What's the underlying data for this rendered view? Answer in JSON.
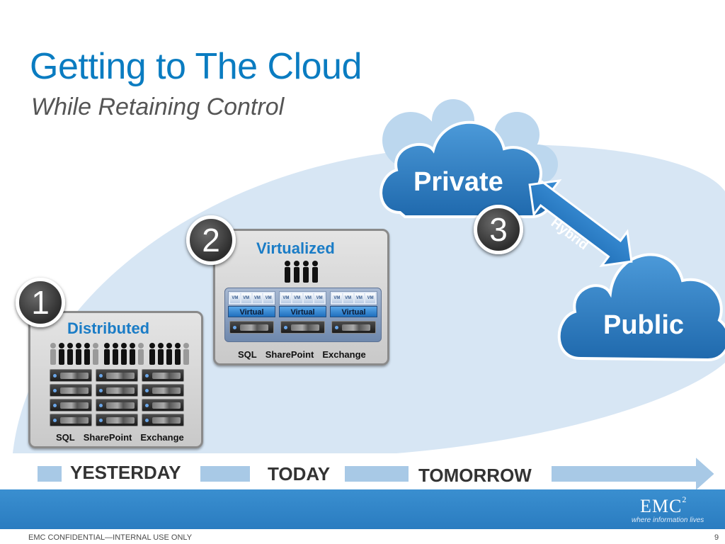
{
  "slide": {
    "title": "Getting to The Cloud",
    "subtitle": "While Retaining Control"
  },
  "stages": [
    {
      "number": "1",
      "title": "Distributed",
      "apps": [
        "SQL",
        "SharePoint",
        "Exchange"
      ]
    },
    {
      "number": "2",
      "title": "Virtualized",
      "apps": [
        "SQL",
        "SharePoint",
        "Exchange"
      ],
      "vm_label": "VM",
      "virtual_label": "Virtual"
    },
    {
      "number": "3"
    }
  ],
  "clouds": {
    "private": "Private",
    "public": "Public",
    "link": "Hybrid"
  },
  "timeline": [
    "YESTERDAY",
    "TODAY",
    "TOMORROW"
  ],
  "footer": {
    "brand": "EMC",
    "brand_sup": "2",
    "tagline": "where information lives",
    "confidential": "EMC CONFIDENTIAL—INTERNAL USE ONLY",
    "page_number": "9"
  },
  "colors": {
    "title": "#0a7cc1",
    "accent_blue": "#1a7cc6",
    "cloud": "#2f7fc2",
    "background_band": "#d7e6f4",
    "footer": "#2a7cc0"
  }
}
